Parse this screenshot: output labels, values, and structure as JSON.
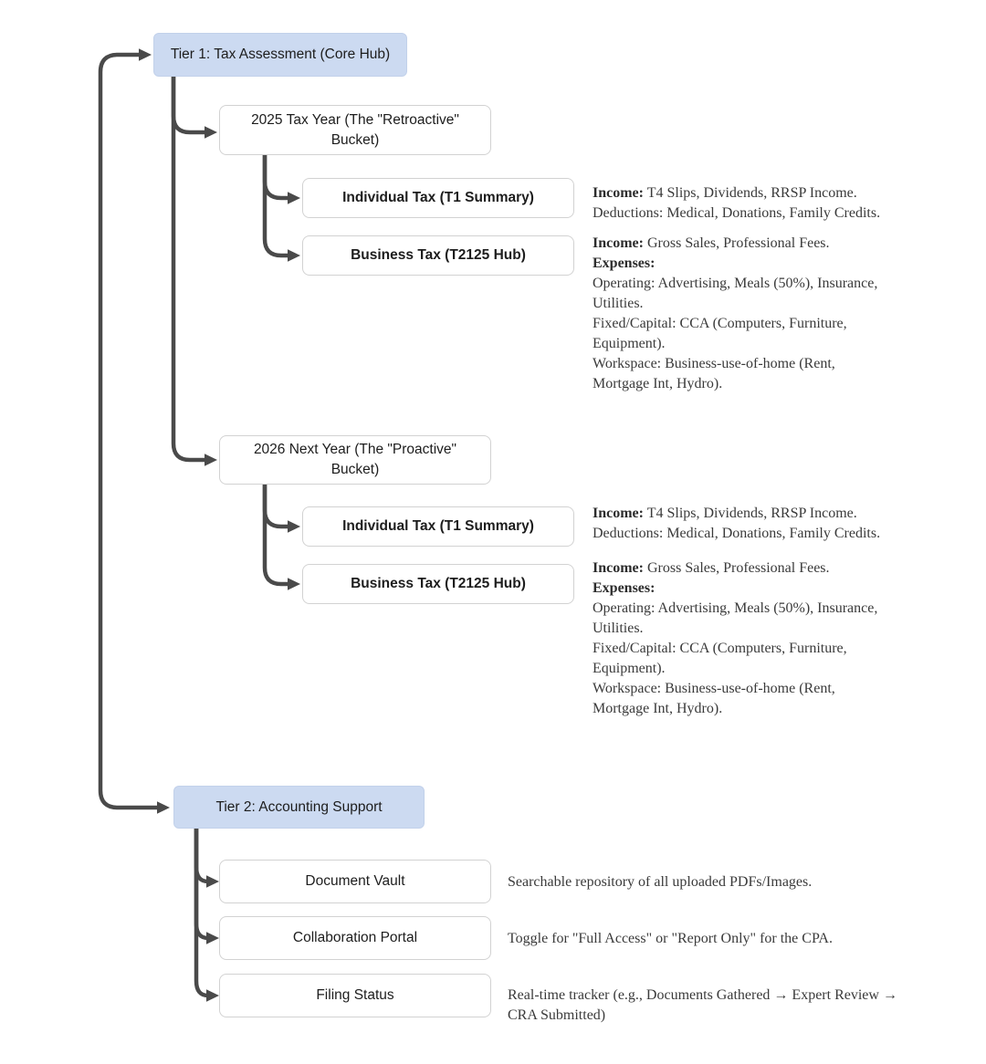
{
  "diagram": {
    "colors": {
      "tier_node_fill": "#ccdaf1",
      "child_node_fill": "#ffffff",
      "node_border": "#d2d2d2",
      "arrow": "#4a4a4a",
      "node_text": "#1d1d1d",
      "annotation_text": "#3a3a3a"
    },
    "nodes": {
      "tier1": {
        "label": "Tier 1: Tax Assessment (Core Hub)"
      },
      "year2025": {
        "label": "2025 Tax Year (The \"Retroactive\" Bucket)"
      },
      "individual_2025": {
        "label": "Individual Tax (T1 Summary)"
      },
      "business_2025": {
        "label": "Business Tax (T2125 Hub)"
      },
      "year2026": {
        "label": "2026 Next Year (The \"Proactive\" Bucket)"
      },
      "individual_2026": {
        "label": "Individual Tax (T1 Summary)"
      },
      "business_2026": {
        "label": "Business Tax (T2125 Hub)"
      },
      "tier2": {
        "label": "Tier 2: Accounting Support"
      },
      "document_vault": {
        "label": "Document Vault"
      },
      "collaboration_portal": {
        "label": "Collaboration Portal"
      },
      "filing_status": {
        "label": "Filing Status"
      }
    },
    "annotations": {
      "individual_2025": {
        "income_label": "Income:",
        "income_text": " T4 Slips, Dividends, RRSP Income.",
        "deductions": "Deductions: Medical, Donations, Family Credits."
      },
      "business_2025": {
        "income_label": "Income:",
        "income_text": " Gross Sales, Professional Fees.",
        "expenses_label": "Expenses:",
        "detail_lines": [
          "Operating: Advertising, Meals (50%), Insurance,",
          "Utilities.",
          "Fixed/Capital: CCA (Computers, Furniture,",
          "Equipment).",
          "Workspace: Business-use-of-home (Rent,",
          "Mortgage Int, Hydro)."
        ]
      },
      "individual_2026": {
        "income_label": "Income:",
        "income_text": " T4 Slips, Dividends, RRSP Income.",
        "deductions": "Deductions: Medical, Donations, Family Credits."
      },
      "business_2026": {
        "income_label": "Income:",
        "income_text": " Gross Sales, Professional Fees.",
        "expenses_label": "Expenses:",
        "detail_lines": [
          "Operating: Advertising, Meals (50%), Insurance,",
          "Utilities.",
          "Fixed/Capital: CCA (Computers, Furniture,",
          "Equipment).",
          "Workspace: Business-use-of-home (Rent,",
          "Mortgage Int, Hydro)."
        ]
      },
      "document_vault": "Searchable repository of all uploaded PDFs/Images.",
      "collaboration_portal": "Toggle for \"Full Access\" or \"Report Only\" for the CPA.",
      "filing_status_lines": [
        "Real-time tracker (e.g., Documents Gathered → Expert Review →",
        "CRA Submitted)"
      ]
    }
  }
}
